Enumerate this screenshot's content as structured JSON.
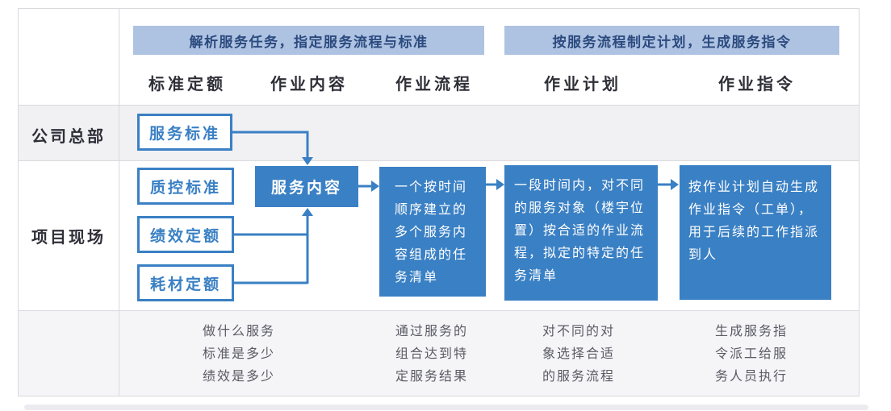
{
  "colors": {
    "accent_blue": "#3a80c4",
    "phase_bar_bg": "#aec2e2",
    "phase_bar_text": "#2b4a7e",
    "heading_text": "#2f2f38",
    "note_text": "#5a5a64",
    "table_border": "#d9d9de",
    "row_gray_bg": "#f1f1f4",
    "footer_gray_bg": "#f5f5f8"
  },
  "phase_bars": [
    {
      "label": "解析服务任务，指定服务流程与标准"
    },
    {
      "label": "按服务流程制定计划，生成服务指令"
    }
  ],
  "columns": [
    "标准定额",
    "作业内容",
    "作业流程",
    "作业计划",
    "作业指令"
  ],
  "row_labels": {
    "hq": "公司总部",
    "site": "项目现场"
  },
  "standard_boxes": {
    "service_standard": "服务标准",
    "qc_standard": "质控标准",
    "performance_quota": "绩效定额",
    "consumable_quota": "耗材定额"
  },
  "service_content": "服务内容",
  "flow_boxes": {
    "work_process": "一个按时间顺序建立的多个服务内容组成的任务清单",
    "work_plan": "一段时间内，对不同的服务对象（楼宇位置）按合适的作业流程，拟定的特定的任务清单",
    "work_instruction": "按作业计划自动生成作业指令（工单），用于后续的工作指派到人"
  },
  "footnotes": [
    "做什么服务\n标准是多少\n绩效是多少",
    "通过服务的\n组合达到特\n定服务结果",
    "对不同的对\n象选择合适\n的服务流程",
    "生成服务指\n令派工给服\n务人员执行"
  ]
}
